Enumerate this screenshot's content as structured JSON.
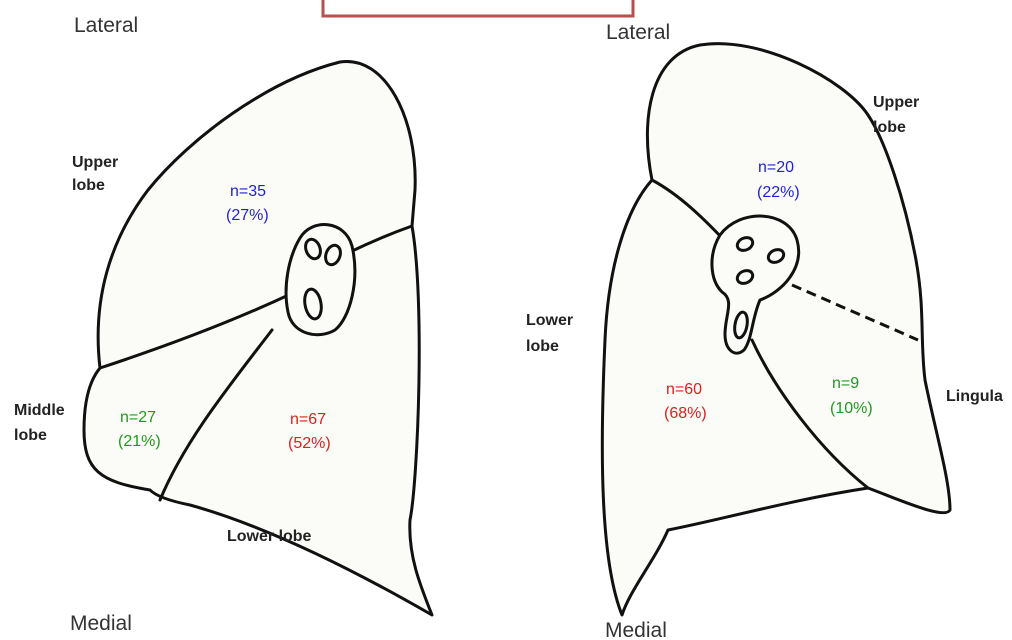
{
  "colors": {
    "upper_lobe_stat": "#1f1fe0",
    "lower_lobe_stat": "#e01f1f",
    "middle_lingula_stat": "#1f9a1f",
    "frame_box": "#b5504e"
  },
  "left_lung": {
    "lateral_label": "Lateral",
    "medial_label": "Medial",
    "upper_lobe_label_line1": "Upper",
    "upper_lobe_label_line2": "lobe",
    "middle_lobe_label_line1": "Middle",
    "middle_lobe_label_line2": "lobe",
    "lower_lobe_label": "Lower lobe",
    "upper_count": "n=35",
    "upper_pct": "(27%)",
    "middle_count": "n=27",
    "middle_pct": "(21%)",
    "lower_count": "n=67",
    "lower_pct": "(52%)"
  },
  "right_lung": {
    "lateral_label": "Lateral",
    "medial_label": "Medial",
    "upper_lobe_label_line1": "Upper",
    "upper_lobe_label_line2": "lobe",
    "lower_lobe_label_line1": "Lower",
    "lower_lobe_label_line2": "lobe",
    "lingula_label": "Lingula",
    "upper_count": "n=20",
    "upper_pct": "(22%)",
    "lower_count": "n=60",
    "lower_pct": "(68%)",
    "lingula_count": "n=9",
    "lingula_pct": "(10%)"
  }
}
